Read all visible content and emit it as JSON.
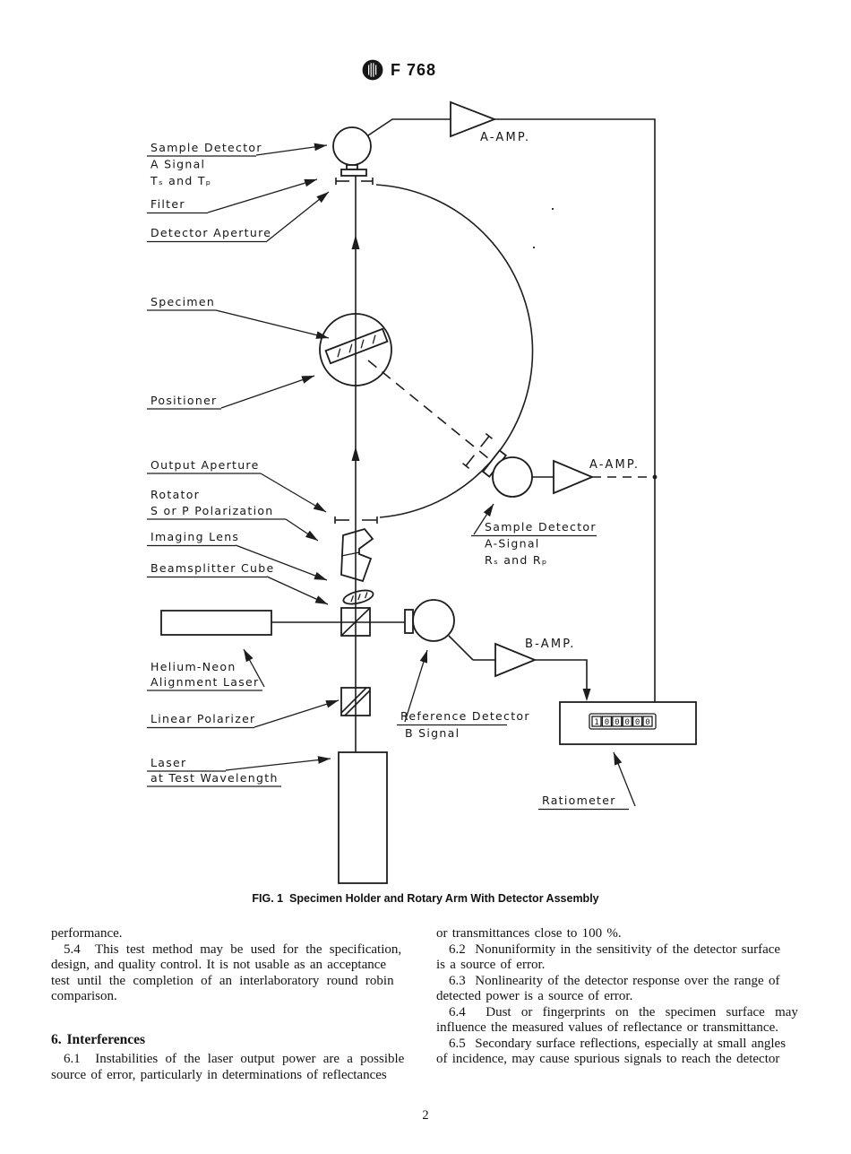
{
  "header": {
    "standard_code": "F 768",
    "logo": "astm-logo"
  },
  "figure": {
    "caption": "FIG. 1  Specimen Holder and Rotary Arm With Detector Assembly",
    "labels": {
      "sample_detector_top": {
        "l1": "Sample Detector",
        "l2": "A Signal",
        "l3": "Tₛ and Tₚ"
      },
      "filter": "Filter",
      "detector_aperture": "Detector Aperture",
      "specimen": "Specimen",
      "positioner": "Positioner",
      "output_aperture": "Output Aperture",
      "rotator": {
        "l1": "Rotator",
        "l2": "S or P Polarization"
      },
      "imaging_lens": "Imaging Lens",
      "beamsplitter_cube": "Beamsplitter Cube",
      "helium_neon": {
        "l1": "Helium-Neon",
        "l2": "Alignment Laser"
      },
      "linear_polarizer": "Linear Polarizer",
      "laser": {
        "l1": "Laser",
        "l2": "at Test Wavelength"
      },
      "reference_detector": {
        "l1": "Reference Detector",
        "l2": "B Signal"
      },
      "sample_detector_arm": {
        "l1": "Sample Detector",
        "l2": "A-Signal",
        "l3": "Rₛ and Rₚ"
      },
      "ratiometer": "Ratiometer",
      "amp_a_top": "A-AMP.",
      "amp_a_arm": "A-AMP.",
      "amp_b": "B-AMP."
    },
    "ratiometer_display": [
      "1",
      "0",
      "0",
      "0",
      "0",
      "0"
    ]
  },
  "body": {
    "left": {
      "lines_before": [
        "performance.",
        "5.4  This test method may be used for the specification,",
        "design, and quality control. It is not usable as an acceptance",
        "test until the completion of an interlaboratory round robin",
        "comparison."
      ],
      "heading": "6. Interferences",
      "lines_after": [
        "6.1  Instabilities of the laser output power are a possible",
        "source of error, particularly in determinations of reflectances"
      ]
    },
    "right": {
      "lines": [
        "or transmittances close to 100 %.",
        "6.2  Nonuniformity in the sensitivity of the detector surface",
        "is a source of error.",
        "6.3  Nonlinearity of the detector response over the range of",
        "detected power is a source of error.",
        "6.4  Dust or fingerprints on the specimen surface may",
        "influence the measured values of reflectance or transmittance.",
        "6.5  Secondary surface reflections, especially at small angles",
        "of incidence, may cause spurious signals to reach the detector"
      ]
    }
  },
  "footer": {
    "page_number": "2"
  }
}
